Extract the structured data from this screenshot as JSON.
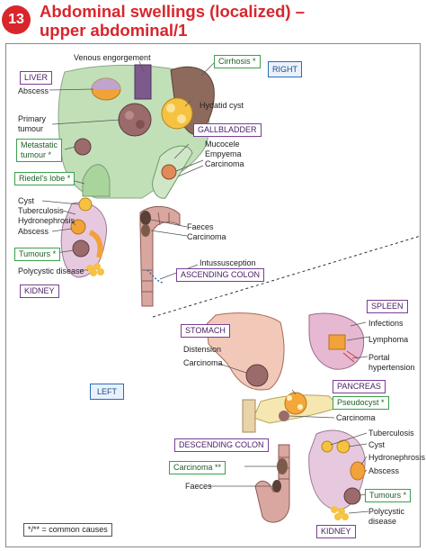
{
  "header": {
    "chapter": "13",
    "title_line1": "Abdominal swellings (localized) –",
    "title_line2": "upper abdominal/1"
  },
  "colors": {
    "accent": "#d8262c",
    "organ_fill": "#c2e0b8",
    "organ_stroke": "#8aa587",
    "tumour": "#9b6b6b",
    "cyst": "#f2b632",
    "purple_box": "#7a3e97",
    "green_box": "#3aa04a",
    "blue_box": "#2a6db5"
  },
  "regions": {
    "right": "RIGHT",
    "left": "LEFT"
  },
  "labels": {
    "venous": "Venous engorgement",
    "cirrhosis": "Cirrhosis *",
    "liver": "LIVER",
    "abscess_liver": "Abscess",
    "primary": "Primary",
    "tumour": "tumour",
    "metastatic_1": "Metastatic",
    "metastatic_2": "tumour *",
    "riedel": "Riedel's lobe *",
    "hydatid": "Hydatid cyst",
    "gallbladder": "GALLBLADDER",
    "mucocele": "Mucocele",
    "empyema": "Empyema",
    "carcinoma_gb": "Carcinoma",
    "cyst_r": "Cyst",
    "tb_r": "Tuberculosis",
    "hydro_r": "Hydronephrosis",
    "abscess_r": "Abscess",
    "tumours_r": "Tumours *",
    "poly_r": "Polycystic disease",
    "kidney_r": "KIDNEY",
    "faeces_r": "Faeces",
    "carcinoma_r": "Carcinoma",
    "intuss": "Intussusception",
    "asc_colon": "ASCENDING COLON",
    "spleen": "SPLEEN",
    "infections": "Infections",
    "lymphoma": "Lymphoma",
    "portal_1": "Portal",
    "portal_2": "hypertension",
    "stomach": "STOMACH",
    "distension": "Distension",
    "carcinoma_st": "Carcinoma",
    "pancreas": "PANCREAS",
    "pseudocyst": "Pseudocyst *",
    "carcinoma_pa": "Carcinoma",
    "desc_colon": "DESCENDING COLON",
    "carcinoma_dc": "Carcinoma **",
    "faeces_l": "Faeces",
    "tb_l": "Tuberculosis",
    "cyst_l": "Cyst",
    "hydro_l": "Hydronephrosis",
    "abscess_l": "Abscess",
    "tumours_l": "Tumours *",
    "poly_l_1": "Polycystic",
    "poly_l_2": "disease",
    "kidney_l": "KIDNEY",
    "legend": "*/** = common causes"
  }
}
